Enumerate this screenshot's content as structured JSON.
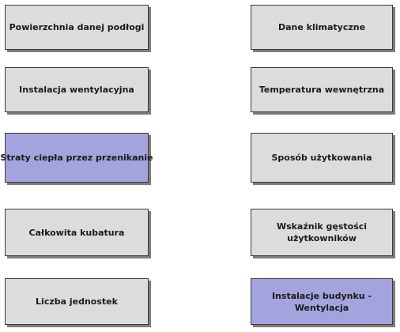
{
  "colors": {
    "default_fill": "#dcdcdc",
    "highlight_fill": "#a3a3dd",
    "border": "#3a3a3a",
    "shadow": "#7d7d7d"
  },
  "boxes": {
    "left": [
      {
        "label": "Powierzchnia danej podłogi",
        "highlighted": false
      },
      {
        "label": "Instalacja wentylacyjna",
        "highlighted": false
      },
      {
        "label": "Straty ciepła przez przenikanie",
        "highlighted": true
      },
      {
        "label": "Całkowita kubatura",
        "highlighted": false
      },
      {
        "label": "Liczba jednostek",
        "highlighted": false
      }
    ],
    "right": [
      {
        "label": "Dane klimatyczne",
        "highlighted": false
      },
      {
        "label": "Temperatura wewnętrzna",
        "highlighted": false
      },
      {
        "label": "Sposób użytkowania",
        "highlighted": false
      },
      {
        "label": "Wskaźnik gęstości użytkowników",
        "highlighted": false
      },
      {
        "label": "Instalacje budynku - Wentylacja",
        "highlighted": true
      }
    ]
  }
}
